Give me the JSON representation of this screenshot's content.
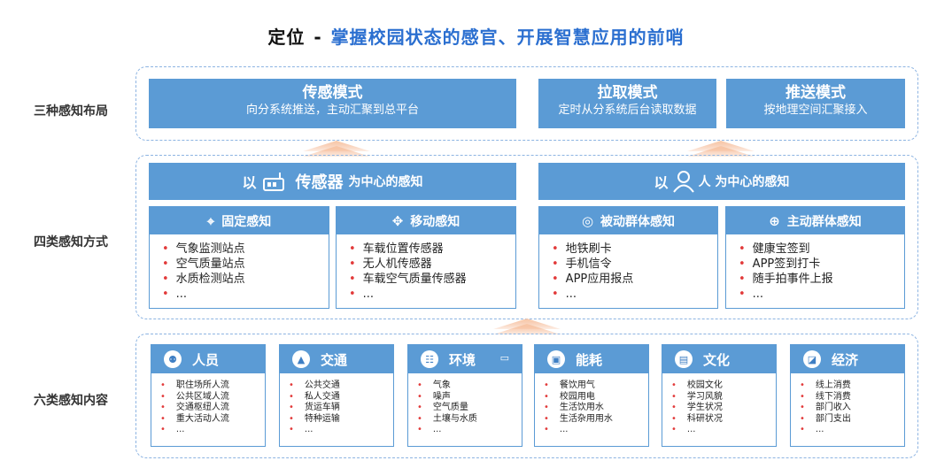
{
  "title": {
    "part_a": "定位",
    "sep": "-",
    "part_b": "掌握校园状态的感官、开展智慧应用的前哨"
  },
  "row_labels": [
    "三种感知布局",
    "四类感知方式",
    "六类感知内容"
  ],
  "modes": [
    {
      "title": "传感模式",
      "sub": "向分系统推送，主动汇聚到总平台"
    },
    {
      "title": "拉取模式",
      "sub": "定时从分系统后台读取数据"
    },
    {
      "title": "推送模式",
      "sub": "按地理空间汇聚接入"
    }
  ],
  "center_bars": [
    {
      "pre": "以",
      "main": "传感器",
      "suf": "为中心的感知",
      "icon": "router-icon"
    },
    {
      "pre": "以",
      "main": "",
      "suf": "人 为中心的感知",
      "icon": "person-icon"
    }
  ],
  "methods": [
    {
      "title": "固定感知",
      "icon": "pin-icon",
      "items": [
        "气象监测站点",
        "空气质量站点",
        "水质检测站点",
        "..."
      ]
    },
    {
      "title": "移动感知",
      "icon": "move-icon",
      "items": [
        "车载位置传感器",
        "无人机传感器",
        "车载空气质量传感器",
        "..."
      ]
    },
    {
      "title": "被动群体感知",
      "icon": "target-icon",
      "items": [
        "地铁刷卡",
        "手机信令",
        "APP应用报点",
        "..."
      ]
    },
    {
      "title": "主动群体感知",
      "icon": "globe-icon",
      "items": [
        "健康宝签到",
        "APP签到打卡",
        "随手拍事件上报",
        "..."
      ]
    }
  ],
  "contents": [
    {
      "title": "人员",
      "icon": "people-icon",
      "items": [
        "职住场所人流",
        "公共区域人流",
        "交通枢纽人流",
        "重大活动人流",
        "..."
      ]
    },
    {
      "title": "交通",
      "icon": "car-icon",
      "items": [
        "公共交通",
        "私人交通",
        "货运车辆",
        "特种运输",
        "..."
      ]
    },
    {
      "title": "环境",
      "icon": "environment-icon",
      "items": [
        "气象",
        "噪声",
        "空气质量",
        "土壤与水质",
        "..."
      ]
    },
    {
      "title": "能耗",
      "icon": "energy-icon",
      "items": [
        "餐饮用气",
        "校园用电",
        "生活饮用水",
        "生活杂用用水",
        "..."
      ]
    },
    {
      "title": "文化",
      "icon": "book-icon",
      "items": [
        "校园文化",
        "学习风貌",
        "学生状况",
        "科研状况",
        "..."
      ]
    },
    {
      "title": "经济",
      "icon": "chart-icon",
      "items": [
        "线上消费",
        "线下消费",
        "部门收入",
        "部门支出",
        "..."
      ]
    }
  ]
}
